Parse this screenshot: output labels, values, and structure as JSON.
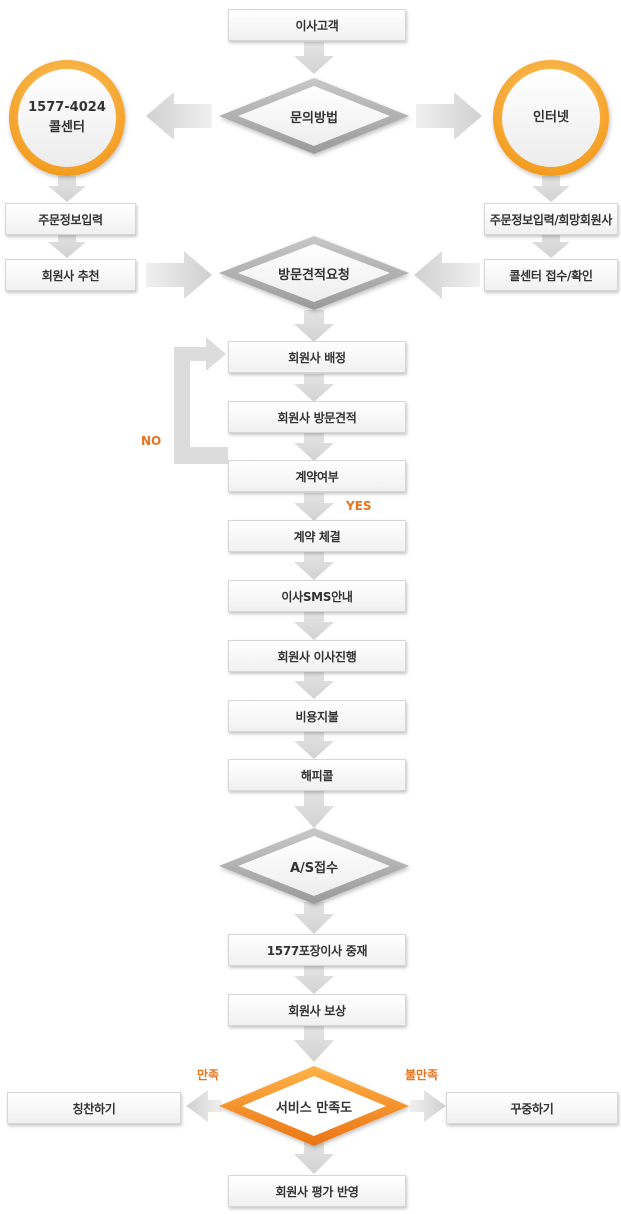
{
  "nodes": {
    "customer": "이사고객",
    "inquiry_method": "문의방법",
    "call_center": "1577-4024\n콜센터",
    "internet": "인터넷",
    "order_info": "주문정보입력",
    "order_info_member": "주문정보입력/희망회원사",
    "recommend_member": "회원사 추천",
    "visit_request": "방문견적요청",
    "call_center_confirm": "콜센터 접수/확인",
    "assign_member": "회원사 배정",
    "visit_estimate": "회원사 방문견적",
    "contract_check": "계약여부",
    "contract_sign": "계약 체결",
    "sms_notice": "이사SMS안내",
    "moving_progress": "회원사 이사진행",
    "payment": "비용지불",
    "happy_call": "해피콜",
    "as_receipt": "A/S접수",
    "mediation": "1577포장이사 중재",
    "compensation": "회원사 보상",
    "satisfaction": "서비스 만족도",
    "praise": "칭찬하기",
    "complaint": "꾸중하기",
    "reflect_evaluation": "회원사 평가 반영"
  },
  "labels": {
    "no": "NO",
    "yes": "YES",
    "satisfied": "만족",
    "unsatisfied": "불만족"
  },
  "colors": {
    "arrow": "#dadada",
    "accent": "#e8731e",
    "circle_ring": "#f5a623",
    "diamond_gray": "#a8a8a8",
    "diamond_orange": "#f08a1c"
  }
}
